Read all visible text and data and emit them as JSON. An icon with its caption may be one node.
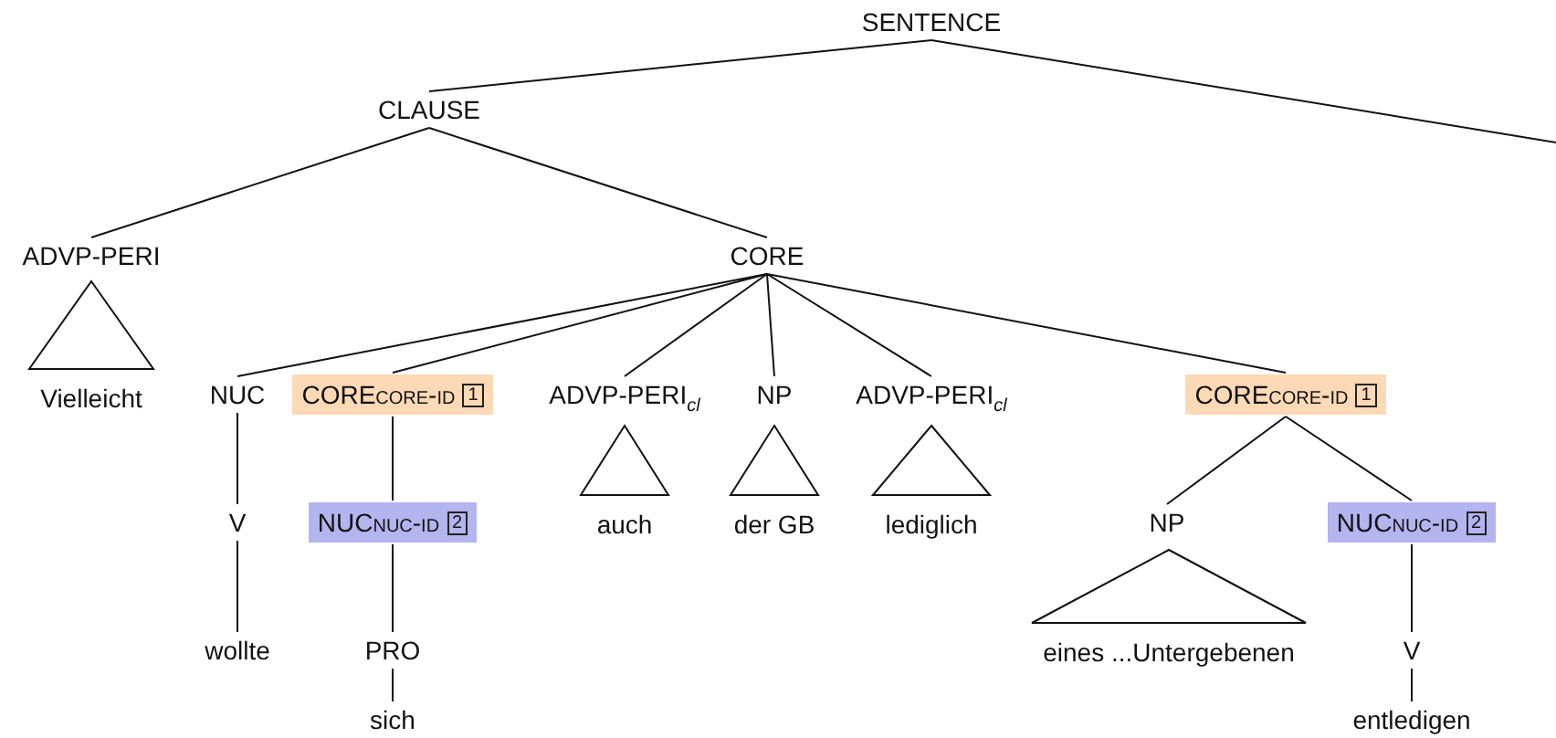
{
  "diagram": {
    "nodes": [
      {
        "text": [
          "SENTENCE"
        ]
      },
      {
        "text": [
          "CLAUSE"
        ]
      },
      {
        "text": [
          "ADVP-PERI"
        ]
      },
      {
        "text": [],
        "shape": "triangle",
        "beside": [
          "Vielleicht"
        ]
      },
      {
        "text": [
          "CORE"
        ]
      },
      {
        "text": [
          "NUC"
        ]
      },
      {
        "text": [
          "CORE",
          "core-id",
          "1"
        ]
      },
      {
        "text": [
          "ADVP-PERI$_{cl}$"
        ]
      },
      {
        "text": [],
        "shape": "triangle",
        "beside": [
          "auch"
        ]
      },
      {
        "text": [
          "NP"
        ]
      },
      {
        "text": [],
        "shape": "triangle",
        "beside": [
          "der GB"
        ]
      },
      {
        "text": [
          "ADVP-PERI$_{cl}$"
        ]
      },
      {
        "text": [],
        "shape": "triangle",
        "beside": [
          "lediglich"
        ]
      },
      {
        "text": [
          "CORE",
          "core-id",
          "1"
        ]
      },
      {
        "text": [
          "V"
        ]
      },
      {
        "text": [
          "wollte"
        ]
      },
      {
        "text": [
          "NUC",
          "nuc-id",
          "2"
        ]
      },
      {
        "text": [
          "PRO"
        ]
      },
      {
        "text": [
          "sich"
        ]
      },
      {
        "text": [
          "NP"
        ]
      },
      {
        "text": [],
        "shape": "triangle",
        "beside": [
          "eines ...Untergebenen"
        ]
      },
      {
        "text": [
          "NUC",
          "nuc-id",
          "2"
        ]
      },
      {
        "text": [
          "V"
        ]
      },
      {
        "text": [
          "entledigen"
        ]
      }
    ],
    "edges": [
      {
        "from": 0,
        "to": 1,
        "arrow": "none"
      },
      {
        "from": 0,
        "to": null,
        "arrow": "none"
      },
      {
        "from": 1,
        "to": 2,
        "arrow": "none"
      },
      {
        "from": 1,
        "to": 4,
        "arrow": "none"
      },
      {
        "from": 4,
        "to": 5,
        "arrow": "none"
      },
      {
        "from": 4,
        "to": 6,
        "arrow": "none"
      },
      {
        "from": 4,
        "to": 7,
        "arrow": "none"
      },
      {
        "from": 4,
        "to": 9,
        "arrow": "none"
      },
      {
        "from": 4,
        "to": 11,
        "arrow": "none"
      },
      {
        "from": 4,
        "to": 13,
        "arrow": "none"
      },
      {
        "from": 5,
        "to": 14,
        "arrow": "none"
      },
      {
        "from": 14,
        "to": 15,
        "arrow": "none"
      },
      {
        "from": 6,
        "to": 16,
        "arrow": "none"
      },
      {
        "from": 16,
        "to": 17,
        "arrow": "none"
      },
      {
        "from": 17,
        "to": 18,
        "arrow": "none"
      },
      {
        "from": 13,
        "to": 19,
        "arrow": "none"
      },
      {
        "from": 13,
        "to": 21,
        "arrow": "none"
      },
      {
        "from": 21,
        "to": 22,
        "arrow": "none"
      },
      {
        "from": 22,
        "to": 23,
        "arrow": "none"
      }
    ]
  }
}
